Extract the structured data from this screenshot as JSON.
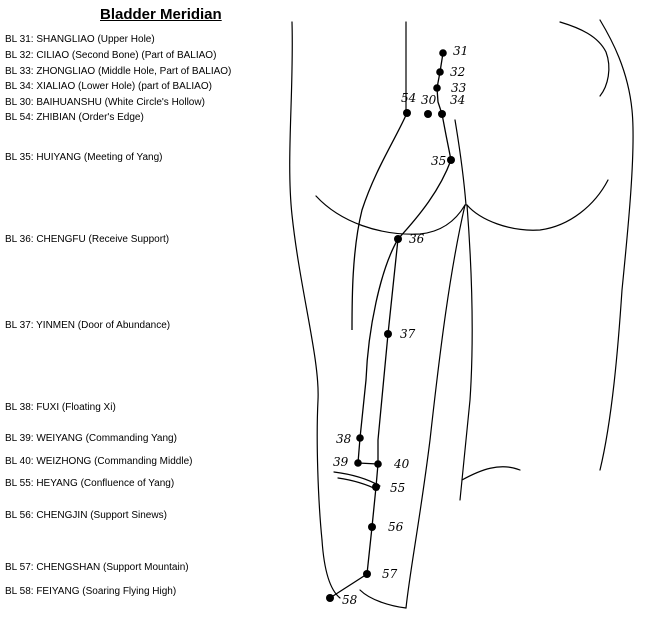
{
  "title": "Bladder Meridian",
  "labels": [
    "BL 31: SHANGLIAO (Upper Hole)",
    "BL 32: CILIAO (Second Bone) (Part of BALIAO)",
    "BL 33: ZHONGLIAO (Middle Hole, Part of BALIAO)",
    "BL 34: XIALIAO (Lower Hole) (part of BALIAO)",
    "BL 30: BAIHUANSHU (White Circle's Hollow)",
    "BL 54: ZHIBIAN (Order's Edge)",
    "BL 35: HUIYANG (Meeting of Yang)",
    "BL 36: CHENGFU (Receive Support)",
    "BL 37: YINMEN (Door of Abundance)",
    "BL 38: FUXI (Floating Xi)",
    "BL 39: WEIYANG (Commanding Yang)",
    "BL 40: WEIZHONG (Commanding Middle)",
    "BL 55: HEYANG (Confluence of Yang)",
    "BL 56: CHENGJIN (Support Sinews)",
    "BL 57: CHENGSHAN (Support Mountain)",
    "BL 58: FEIYANG (Soaring Flying High)"
  ],
  "points": [
    "31",
    "32",
    "33",
    "34",
    "30",
    "54",
    "35",
    "36",
    "37",
    "38",
    "39",
    "40",
    "55",
    "56",
    "57",
    "58"
  ]
}
